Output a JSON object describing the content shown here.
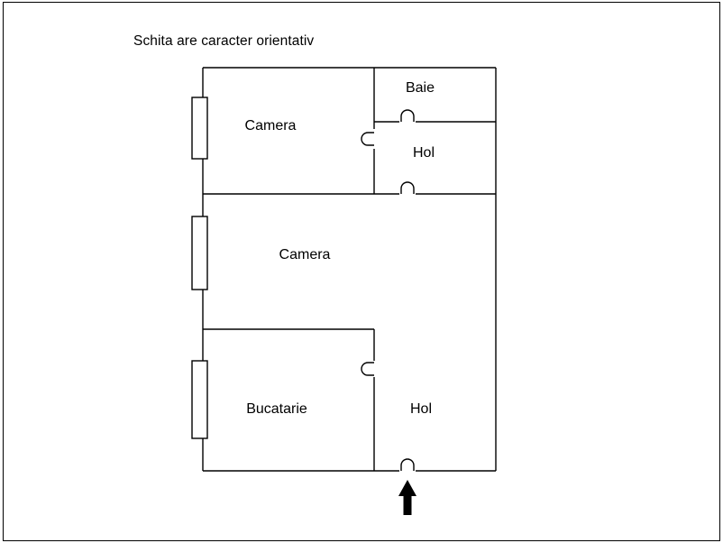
{
  "title": "Schita are caracter orientativ",
  "rooms": {
    "camera_top": "Camera",
    "baie": "Baie",
    "hol_top": "Hol",
    "camera_middle": "Camera",
    "bucatarie": "Bucatarie",
    "hol_bottom": "Hol"
  },
  "icons": {
    "entrance_arrow": "arrow-up"
  },
  "colors": {
    "wall": "#000000",
    "background": "#ffffff",
    "frame": "#000000"
  }
}
